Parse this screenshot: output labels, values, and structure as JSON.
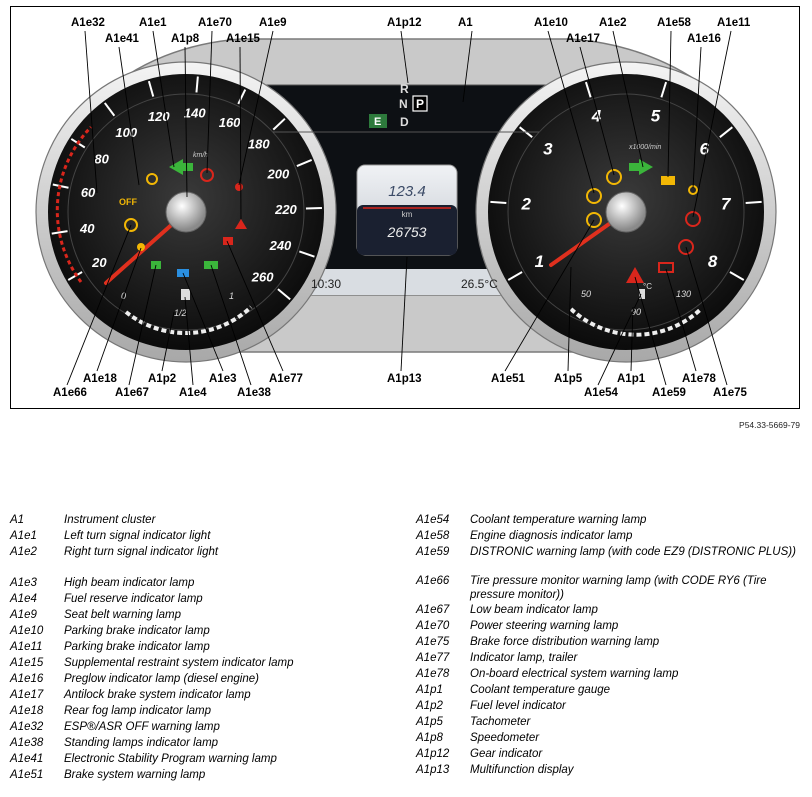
{
  "figure": {
    "code": "P54.33-5669-79",
    "speedometer": {
      "unit": "km/h",
      "tick_labels": [
        "20",
        "40",
        "60",
        "80",
        "100",
        "120",
        "140",
        "160",
        "180",
        "200",
        "220",
        "240",
        "260"
      ]
    },
    "tachometer": {
      "unit": "x1000/min",
      "tick_labels": [
        "1",
        "2",
        "3",
        "4",
        "5",
        "6",
        "7",
        "8"
      ]
    },
    "fuel_gauge": {
      "labels": [
        "0",
        "1/2",
        "1"
      ]
    },
    "coolant_gauge": {
      "labels": [
        "50",
        "90",
        "130"
      ],
      "unit": "°C"
    },
    "gear_indicator": {
      "gears": [
        "R",
        "N",
        "P",
        "D"
      ],
      "selected": "P",
      "program": "E"
    },
    "display": {
      "trip": "123.4",
      "trip_unit": "km",
      "odometer": "26753"
    },
    "status_bar": {
      "time": "10:30",
      "temperature": "26.5°C"
    },
    "callouts": [
      "A1e32",
      "A1e41",
      "A1e1",
      "A1p8",
      "A1e70",
      "A1e15",
      "A1e9",
      "A1p12",
      "A1",
      "A1e10",
      "A1e17",
      "A1e2",
      "A1e58",
      "A1e16",
      "A1e11",
      "A1e66",
      "A1e18",
      "A1e67",
      "A1p2",
      "A1e4",
      "A1e3",
      "A1e38",
      "A1e77",
      "A1p13",
      "A1e51",
      "A1p5",
      "A1e54",
      "A1p1",
      "A1e59",
      "A1e78",
      "A1e75"
    ],
    "colors": {
      "red": "#d9261c",
      "green": "#3bb53b",
      "amber": "#f2b705",
      "blue": "#2a8fe0",
      "cyan": "#38b0e0"
    }
  },
  "legend": {
    "left": [
      {
        "code": "A1",
        "desc": "Instrument cluster"
      },
      {
        "code": "A1e1",
        "desc": "Left turn signal indicator light"
      },
      {
        "code": "A1e2",
        "desc": "Right turn signal indicator light"
      },
      {
        "code": "A1e3",
        "desc": "High beam indicator lamp"
      },
      {
        "code": "A1e4",
        "desc": "Fuel reserve indicator lamp"
      },
      {
        "code": "A1e9",
        "desc": "Seat belt warning lamp"
      },
      {
        "code": "A1e10",
        "desc": "Parking brake indicator lamp"
      },
      {
        "code": "A1e11",
        "desc": "Parking brake indicator lamp"
      },
      {
        "code": "A1e15",
        "desc": "Supplemental restraint system indicator lamp"
      },
      {
        "code": "A1e16",
        "desc": "Preglow indicator lamp (diesel engine)"
      },
      {
        "code": "A1e17",
        "desc": "Antilock brake system indicator lamp"
      },
      {
        "code": "A1e18",
        "desc": "Rear fog lamp indicator lamp"
      },
      {
        "code": "A1e32",
        "desc": "ESP®/ASR OFF warning lamp"
      },
      {
        "code": "A1e38",
        "desc": "Standing lamps indicator lamp"
      },
      {
        "code": "A1e41",
        "desc": "Electronic Stability Program warning lamp"
      },
      {
        "code": "A1e51",
        "desc": "Brake system warning lamp"
      }
    ],
    "right": [
      {
        "code": "A1e54",
        "desc": "Coolant temperature warning lamp"
      },
      {
        "code": "A1e58",
        "desc": "Engine diagnosis indicator lamp"
      },
      {
        "code": "A1e59",
        "desc": "DISTRONIC warning lamp (with code EZ9 (DISTRONIC PLUS))"
      },
      {
        "code": "A1e66",
        "desc": "Tire pressure monitor warning lamp (with CODE RY6 (Tire pressure monitor))"
      },
      {
        "code": "A1e67",
        "desc": "Low beam indicator lamp"
      },
      {
        "code": "A1e70",
        "desc": "Power steering warning lamp"
      },
      {
        "code": "A1e75",
        "desc": "Brake force distribution warning lamp"
      },
      {
        "code": "A1e77",
        "desc": "Indicator lamp, trailer"
      },
      {
        "code": "A1e78",
        "desc": "On-board electrical system warning lamp"
      },
      {
        "code": "A1p1",
        "desc": "Coolant temperature gauge"
      },
      {
        "code": "A1p2",
        "desc": "Fuel level indicator"
      },
      {
        "code": "A1p5",
        "desc": "Tachometer"
      },
      {
        "code": "A1p8",
        "desc": "Speedometer"
      },
      {
        "code": "A1p12",
        "desc": "Gear indicator"
      },
      {
        "code": "A1p13",
        "desc": "Multifunction display"
      }
    ]
  }
}
